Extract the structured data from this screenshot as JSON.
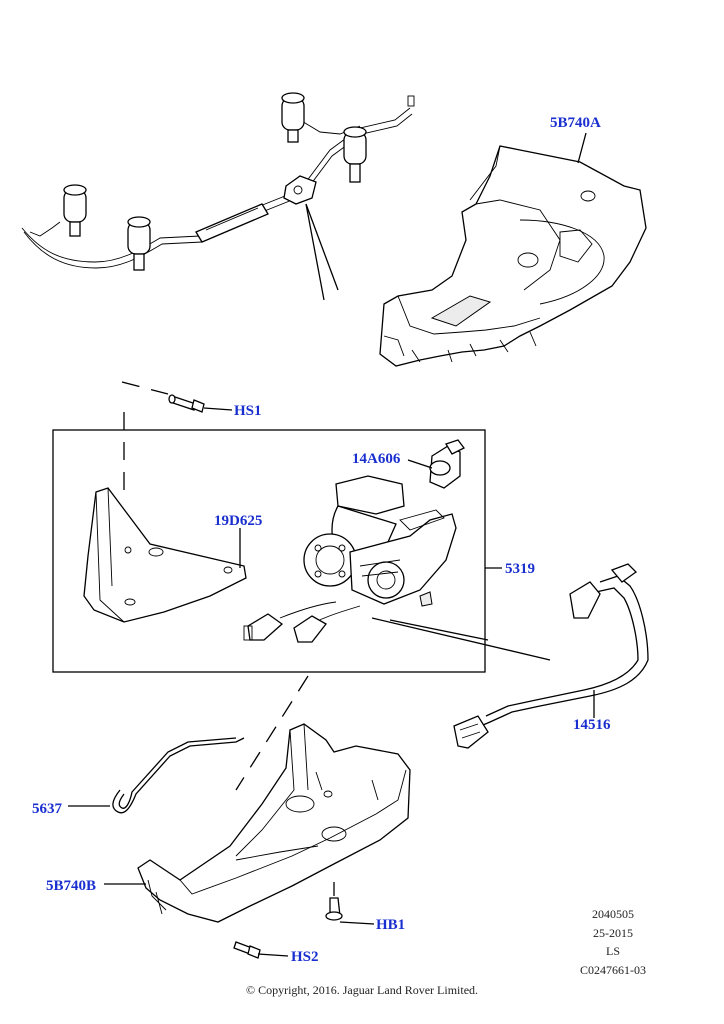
{
  "callouts": {
    "top_cover": "5B740A",
    "bolt_top": "HS1",
    "valve": "14A606",
    "bracket": "19D625",
    "compressor_assembly": "5319",
    "harness": "14516",
    "pipe": "5637",
    "lower_cover": "5B740B",
    "bolt_lower_right": "HB1",
    "bolt_lower_left": "HS2"
  },
  "meta": {
    "line1": "2040505",
    "line2": "25-2015",
    "line3": "LS",
    "line4": "C0247661-03"
  },
  "copyright": "© Copyright, 2016. Jaguar Land Rover Limited."
}
